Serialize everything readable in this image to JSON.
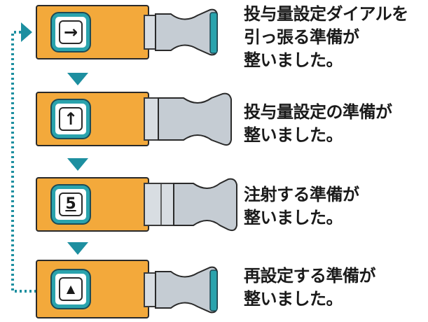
{
  "colors": {
    "pen_body": "#f3a93b",
    "window_border": "#2aa3ad",
    "arrow": "#1d8fa0",
    "dotted_line": "#1d8fa0",
    "text": "#1a1a1a"
  },
  "steps": [
    {
      "symbol": "→",
      "symbol_icon": "right-arrow-icon",
      "caption": "投与量設定ダイアルを\n引っ張る準備が\n整いました。"
    },
    {
      "symbol": "↑",
      "symbol_icon": "up-arrow-icon",
      "caption": "投与量設定の準備が\n整いました。"
    },
    {
      "symbol": "5",
      "symbol_icon": "dose-number",
      "caption": "注射する準備が\n整いました。"
    },
    {
      "symbol": "▲",
      "symbol_icon": "triangle-icon",
      "caption": "再設定する準備が\n整いました。"
    }
  ]
}
